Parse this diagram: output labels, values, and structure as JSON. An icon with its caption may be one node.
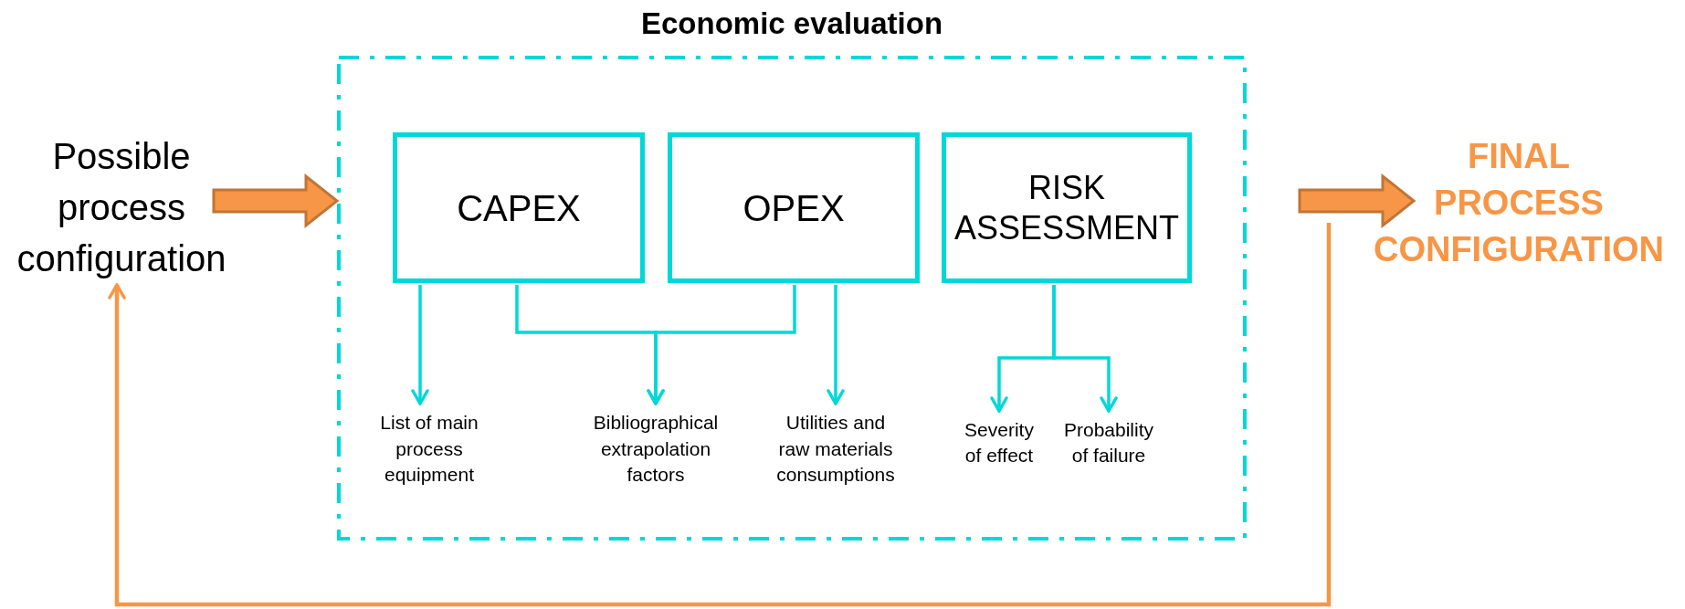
{
  "diagram": {
    "nodes": [
      {
        "text": [
          "Economic evaluation"
        ]
      },
      {
        "text": [
          "Possible process configuration"
        ]
      },
      {
        "text": [
          "CAPEX"
        ],
        "in": 0
      },
      {
        "text": [
          "OPEX"
        ],
        "in": 0
      },
      {
        "text": [
          "RISK ASSESSMENT"
        ],
        "in": 0
      },
      {
        "text": [
          "List of main process equipment"
        ],
        "in": 0
      },
      {
        "text": [
          "Bibliographical extrapolation factors"
        ],
        "in": 0
      },
      {
        "text": [
          "Utilities and raw materials consumptions"
        ],
        "in": 0
      },
      {
        "text": [
          "Severity of effect"
        ],
        "in": 0
      },
      {
        "text": [
          "Probability of failure"
        ],
        "in": 0
      },
      {
        "text": [
          "FINAL PROCESS CONFIGURATION"
        ]
      }
    ],
    "edges": [
      {
        "from": 1,
        "to": 0,
        "arrow": "to",
        "style": "thick",
        "color": "#f79646"
      },
      {
        "from": 0,
        "to": 10,
        "arrow": "to",
        "style": "thick",
        "color": "#f79646"
      },
      {
        "from": 10,
        "to": 1,
        "arrow": "to",
        "color": "#f79646"
      },
      {
        "from": 2,
        "to": 5,
        "arrow": "to"
      },
      {
        "from": 2,
        "to": 6,
        "arrow": "to"
      },
      {
        "from": 3,
        "to": 6,
        "arrow": "to"
      },
      {
        "from": 3,
        "to": 7,
        "arrow": "to"
      },
      {
        "from": 4,
        "to": 8,
        "arrow": "to"
      },
      {
        "from": 4,
        "to": 9,
        "arrow": "to"
      }
    ]
  }
}
